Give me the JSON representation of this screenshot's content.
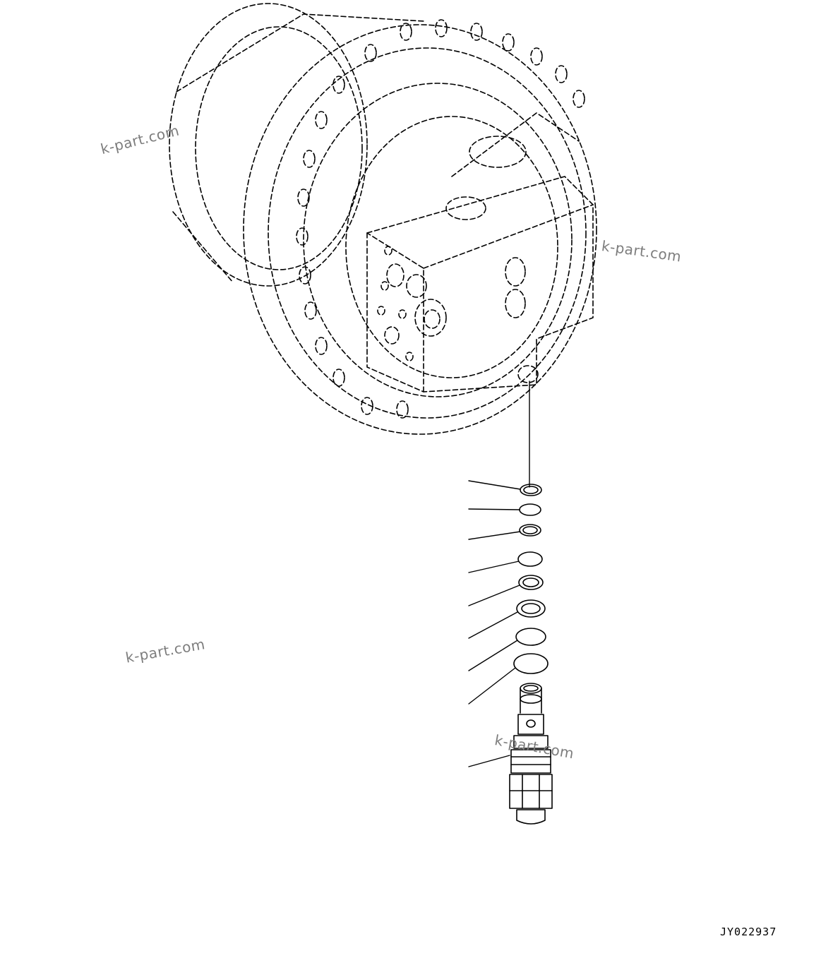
{
  "drawing": {
    "code": "JY022937",
    "watermarks": [
      "k-part.com",
      "k-part.com",
      "k-part.com",
      "k-part.com"
    ]
  },
  "parts": {
    "items": [
      {
        "kind": "ring"
      },
      {
        "kind": "plain"
      },
      {
        "kind": "ring"
      },
      {
        "kind": "plain"
      },
      {
        "kind": "ring"
      },
      {
        "kind": "ring"
      },
      {
        "kind": "plain"
      },
      {
        "kind": "plain"
      },
      {
        "kind": "valve"
      }
    ]
  }
}
